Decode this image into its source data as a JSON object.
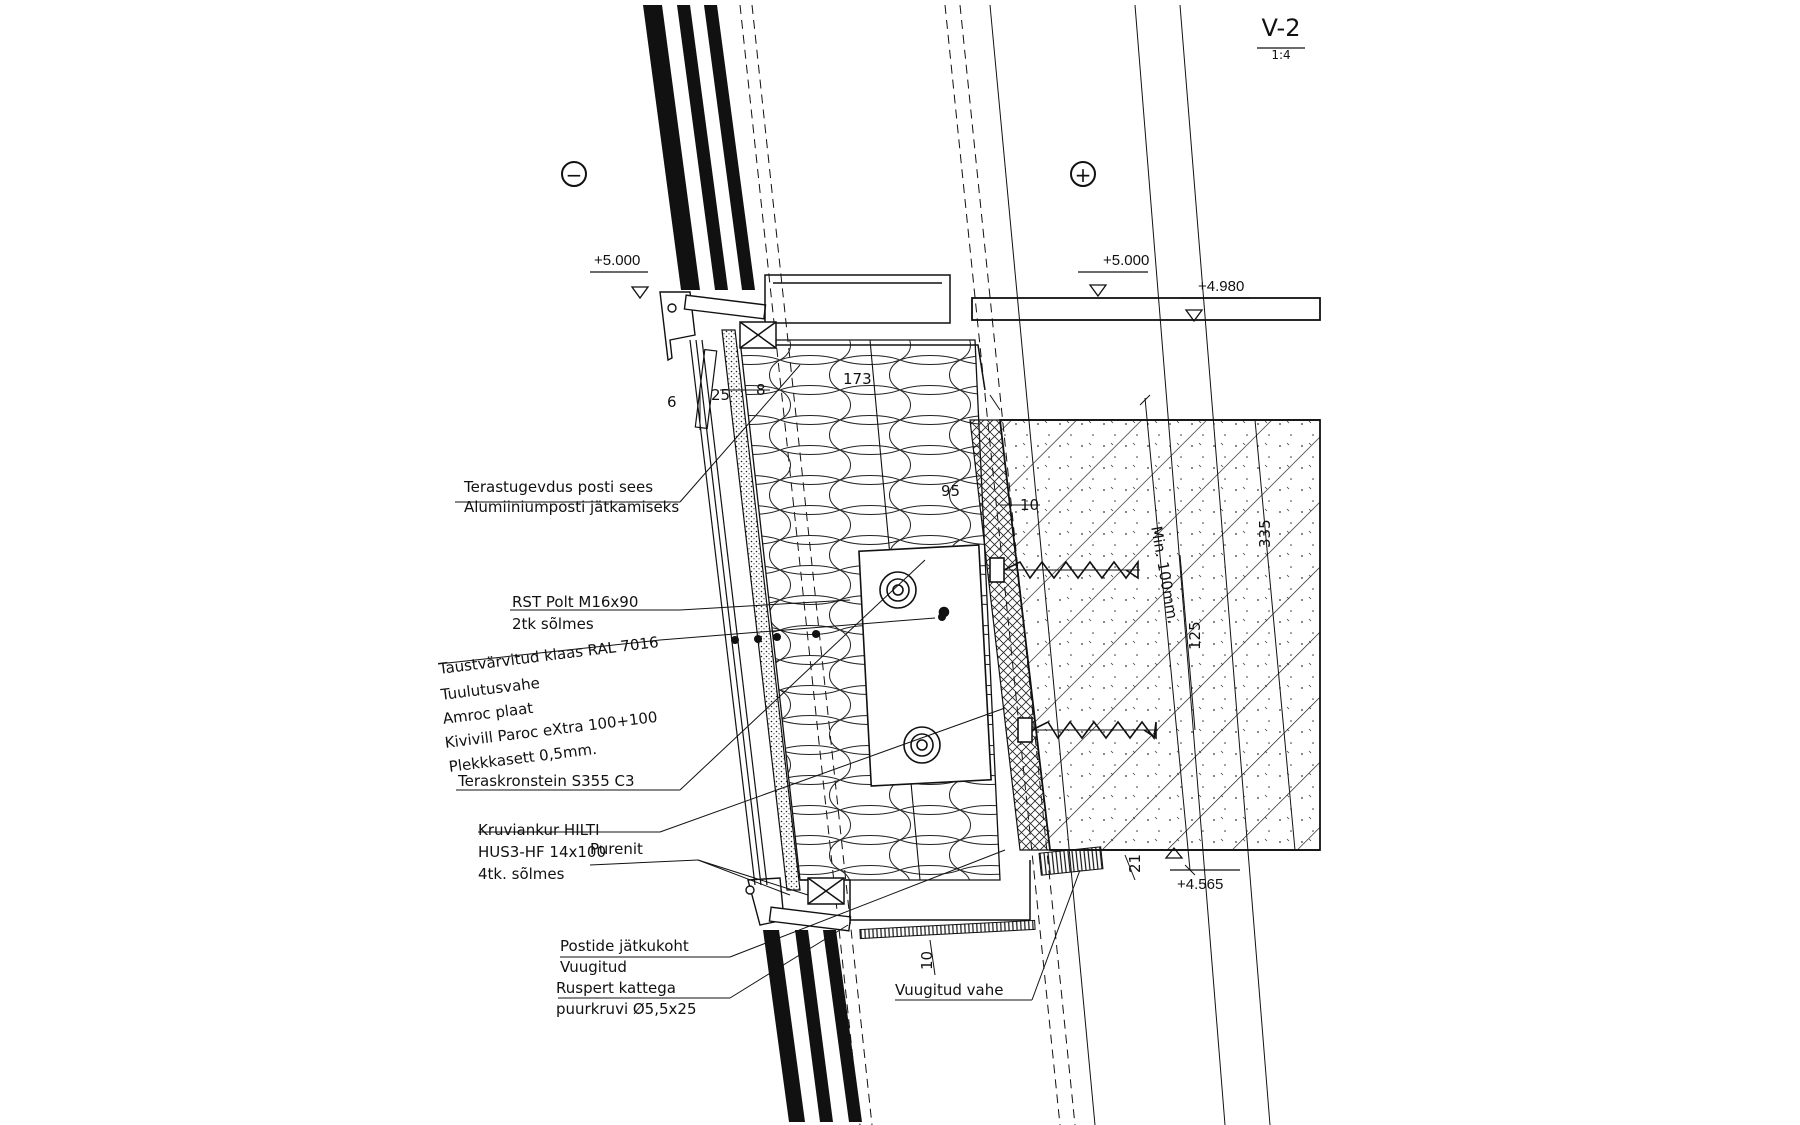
{
  "title": {
    "code": "V-2",
    "scale": "1:4"
  },
  "sides": {
    "minus": "−",
    "plus": "+"
  },
  "levels": {
    "top_left": "+5.000",
    "top_right": "+5.000",
    "slab_top": "+4.980",
    "bottom": "+4.565"
  },
  "dimensions": {
    "d6": "6",
    "d25": "25",
    "d8": "8",
    "d173": "173",
    "d95": "95",
    "d10a": "10",
    "min100": "Min. 100mm.",
    "d335": "335",
    "d125": "125",
    "d21": "21",
    "d10b": "10"
  },
  "notes": {
    "terastugevdus": [
      "Terastugevdus posti sees",
      "Alumiiniumposti jätkamiseks"
    ],
    "polt": [
      "RST Polt M16x90",
      "2tk sõlmes"
    ],
    "layers": [
      "Taustvärvitud klaas RAL 7016",
      "Tuulutusvahe",
      "Amroc plaat",
      "Kivivill Paroc eXtra 100+100",
      "Plekkkasett 0,5mm."
    ],
    "kronstein": "Teraskronstein S355 C3",
    "ankur": [
      "Kruviankur HILTI",
      "HUS3-HF 14x100",
      "4tk. sõlmes"
    ],
    "purenit": "Purenit",
    "jatkukoht": [
      "Postide jätkukoht",
      "Vuugitud",
      "Ruspert kattega",
      "puurkruvi Ø5,5x25"
    ],
    "vahe": "Vuugitud vahe"
  },
  "colors": {
    "ink": "#111111",
    "paper": "#ffffff"
  }
}
